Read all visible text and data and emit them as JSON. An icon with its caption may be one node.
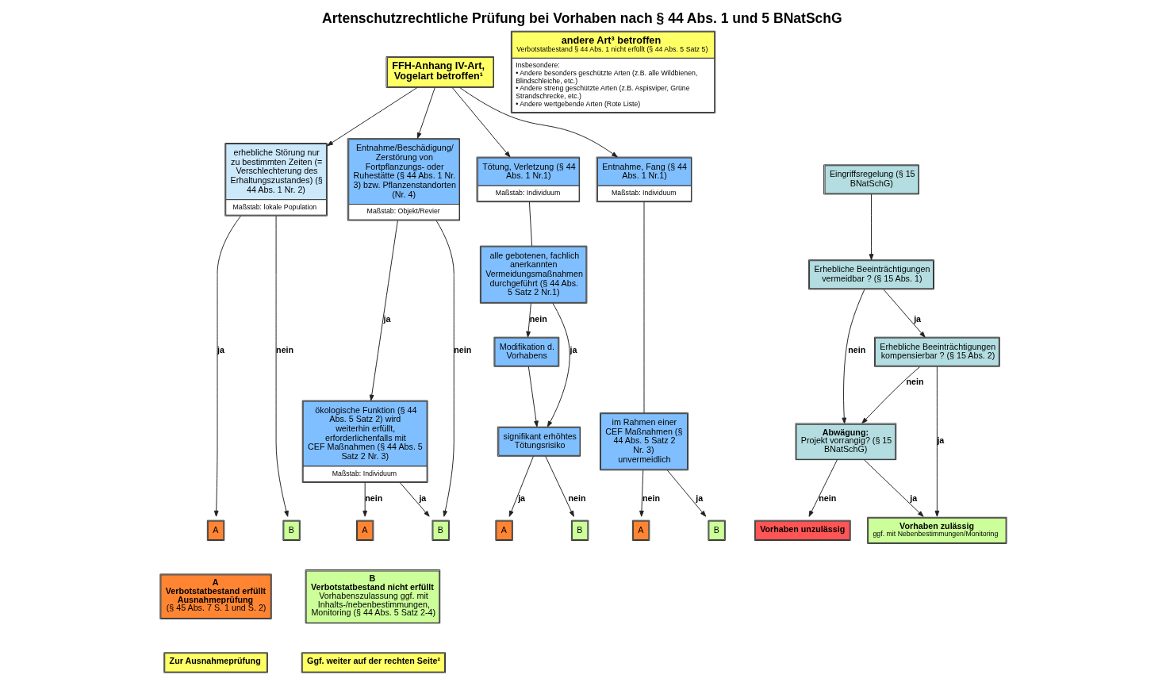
{
  "diagram": {
    "title": "Artenschutzrechtliche Prüfung bei Vorhaben nach § 44 Abs. 1 und 5 BNatSchG",
    "nodes": [
      {
        "text": [
          "FFH-Anhang IV-Art, Vogelart betroffen¹"
        ]
      },
      {
        "text": [
          "erhebliche Störung nur zu bestimmten Zeiten (= Verschlechterung des Erhaltungszustandes) (§ 44 Abs. 1 Nr. 2)",
          "Maßstab: lokale Population"
        ]
      },
      {
        "text": [
          "Entnahme/Beschädigung/ Zerstörung von Fortpflanzungs- oder Ruhestätte (§ 44 Abs. 1 Nr. 3) bzw. Pflanzenstandorten (Nr. 4)",
          "Maßstab: Objekt/Revier"
        ]
      },
      {
        "text": [
          "Tötung, Verletzung (§ 44 Abs. 1 Nr.1)",
          "Maßstab: Individuum"
        ]
      },
      {
        "text": [
          "Entnahme, Fang (§ 44 Abs. 1 Nr.1)",
          "Maßstab: Individuum"
        ]
      },
      {
        "text": [
          "ökologische Funktion (§ 44 Abs. 5 Satz 2) wird weiterhin erfüllt, erforderlichenfalls mit CEF Maßnahmen (§ 44 Abs. 5 Satz 2 Nr. 3)",
          "Maßstab: Individuum"
        ]
      },
      {
        "text": [
          "alle gebotenen, fachlich anerkannten Vermeidungsmaßnahmen durchgeführt (§ 44 Abs. 5 Satz 2 Nr.1)"
        ]
      },
      {
        "text": [
          "im Rahmen einer CEF Maßnahmen (§ 44 Abs. 5 Satz 2 Nr. 3) unvermeidlich"
        ]
      },
      {
        "text": [
          "Modifikation d. Vorhabens"
        ]
      },
      {
        "text": [
          "signifikant erhöhtes Tötungsrisiko"
        ]
      },
      {
        "text": [
          "A"
        ]
      },
      {
        "text": [
          "B"
        ]
      },
      {
        "text": [
          "A"
        ]
      },
      {
        "text": [
          "B"
        ]
      },
      {
        "text": [
          "A"
        ]
      },
      {
        "text": [
          "B"
        ]
      },
      {
        "text": [
          "A"
        ]
      },
      {
        "text": [
          "B"
        ]
      },
      {
        "text": [
          "A",
          "Verbotstatbestand erfüllt Ausnahmeprüfung",
          "(§ 45 Abs. 7 S. 1 und S. 2)"
        ]
      },
      {
        "text": [
          "B",
          "Verbotstatbestand nicht erfüllt",
          "Vorhabenszulassung ggf. mit Inhalts-/nebenbestimmungen, Monitoring (§ 44 Abs. 5 Satz 2-4)"
        ]
      },
      {
        "text": [
          "Zur Ausnahmeprüfung"
        ]
      },
      {
        "text": [
          "Ggf. weiter auf der rechten Seite²"
        ]
      },
      {
        "text": [
          "andere Art³ betroffen",
          "Verbotstatbestand § 44 Abs. 1 nicht erfüllt (§ 44 Abs. 5 Satz 5)",
          "Insbesondere:",
          "• Andere besonders geschützte Arten (z.B. alle Wildbienen, Blindschleiche, etc.)",
          "• Andere streng geschützte Arten (z.B. Aspisviper, Grüne Strandschrecke, etc.)",
          "• Andere wertgebende Arten (Rote Liste)"
        ]
      },
      {
        "text": [
          "Eingriffsregelung (§ 15 BNatSchG)"
        ]
      },
      {
        "text": [
          "Erhebliche Beeinträchtigungen vermeidbar ? (§ 15 Abs. 1)"
        ]
      },
      {
        "text": [
          "Erhebliche Beeinträchtigungen kompensierbar ? (§ 15 Abs. 2)"
        ]
      },
      {
        "text": [
          "Abwägung:",
          "Projekt vorrangig? (§ 15 BNatSchG)"
        ]
      },
      {
        "text": [
          "Vorhaben unzulässig"
        ]
      },
      {
        "text": [
          "Vorhaben zulässig",
          "ggf. mit Nebenbestimmungen/Monitoring"
        ]
      }
    ],
    "edges": [
      {
        "from": 0,
        "to": 1,
        "arrow": "to"
      },
      {
        "from": 0,
        "to": 2,
        "arrow": "to"
      },
      {
        "from": 0,
        "to": 3,
        "arrow": "to"
      },
      {
        "from": 0,
        "to": 4,
        "arrow": "to"
      },
      {
        "from": 1,
        "to": 10,
        "arrow": "to",
        "label": "ja"
      },
      {
        "from": 1,
        "to": 11,
        "arrow": "to",
        "label": "nein"
      },
      {
        "from": 2,
        "to": 5,
        "arrow": "to",
        "label": "ja"
      },
      {
        "from": 2,
        "to": 13,
        "arrow": "to",
        "label": "nein"
      },
      {
        "from": 5,
        "to": 12,
        "arrow": "to",
        "label": "nein"
      },
      {
        "from": 5,
        "to": 13,
        "arrow": "to",
        "label": "ja"
      },
      {
        "from": 3,
        "to": 6,
        "arrow": "none"
      },
      {
        "from": 6,
        "to": 8,
        "arrow": "to",
        "label": "nein"
      },
      {
        "from": 6,
        "to": 9,
        "arrow": "to",
        "label": "ja"
      },
      {
        "from": 8,
        "to": 9,
        "arrow": "to"
      },
      {
        "from": 9,
        "to": 14,
        "arrow": "to",
        "label": "ja"
      },
      {
        "from": 9,
        "to": 15,
        "arrow": "to",
        "label": "nein"
      },
      {
        "from": 4,
        "to": 7,
        "arrow": "none"
      },
      {
        "from": 7,
        "to": 16,
        "arrow": "to",
        "label": "nein"
      },
      {
        "from": 7,
        "to": 17,
        "arrow": "to",
        "label": "ja"
      },
      {
        "from": 23,
        "to": 24,
        "arrow": "to"
      },
      {
        "from": 24,
        "to": 26,
        "arrow": "to",
        "label": "nein"
      },
      {
        "from": 24,
        "to": 25,
        "arrow": "to",
        "label": "ja"
      },
      {
        "from": 25,
        "to": 26,
        "arrow": "to",
        "label": "nein"
      },
      {
        "from": 25,
        "to": 28,
        "arrow": "to",
        "label": "ja"
      },
      {
        "from": 26,
        "to": 28,
        "arrow": "to",
        "label": "ja"
      },
      {
        "from": 26,
        "to": 27,
        "arrow": "to",
        "label": "nein"
      }
    ]
  }
}
